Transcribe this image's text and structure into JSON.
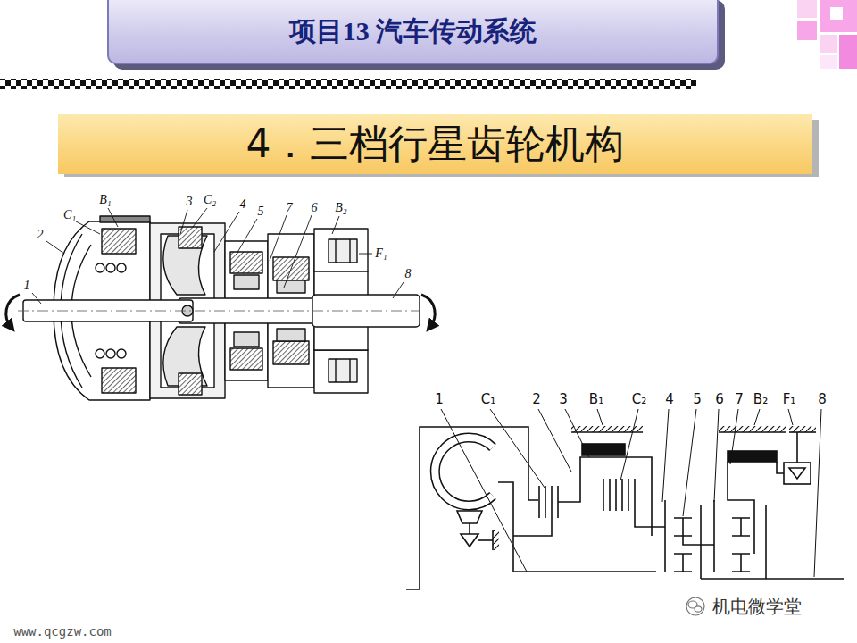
{
  "diagram": {
    "nodes": [
      {
        "text": [
          "项目13 汽车传动系统"
        ]
      },
      {
        "text": [
          "4．三档行星齿轮机构"
        ]
      }
    ],
    "labels": [
      "B₁",
      "C₁",
      "2",
      "3",
      "C₂",
      "4",
      "5",
      "7",
      "6",
      "B₂",
      "F₁",
      "1",
      "8",
      "1",
      "C₁",
      "2",
      "3",
      "B₁",
      "C₂",
      "4",
      "5",
      "6",
      "7",
      "B₂",
      "F₁",
      "8",
      "机电微学堂",
      "www.qcgzw.com"
    ]
  }
}
